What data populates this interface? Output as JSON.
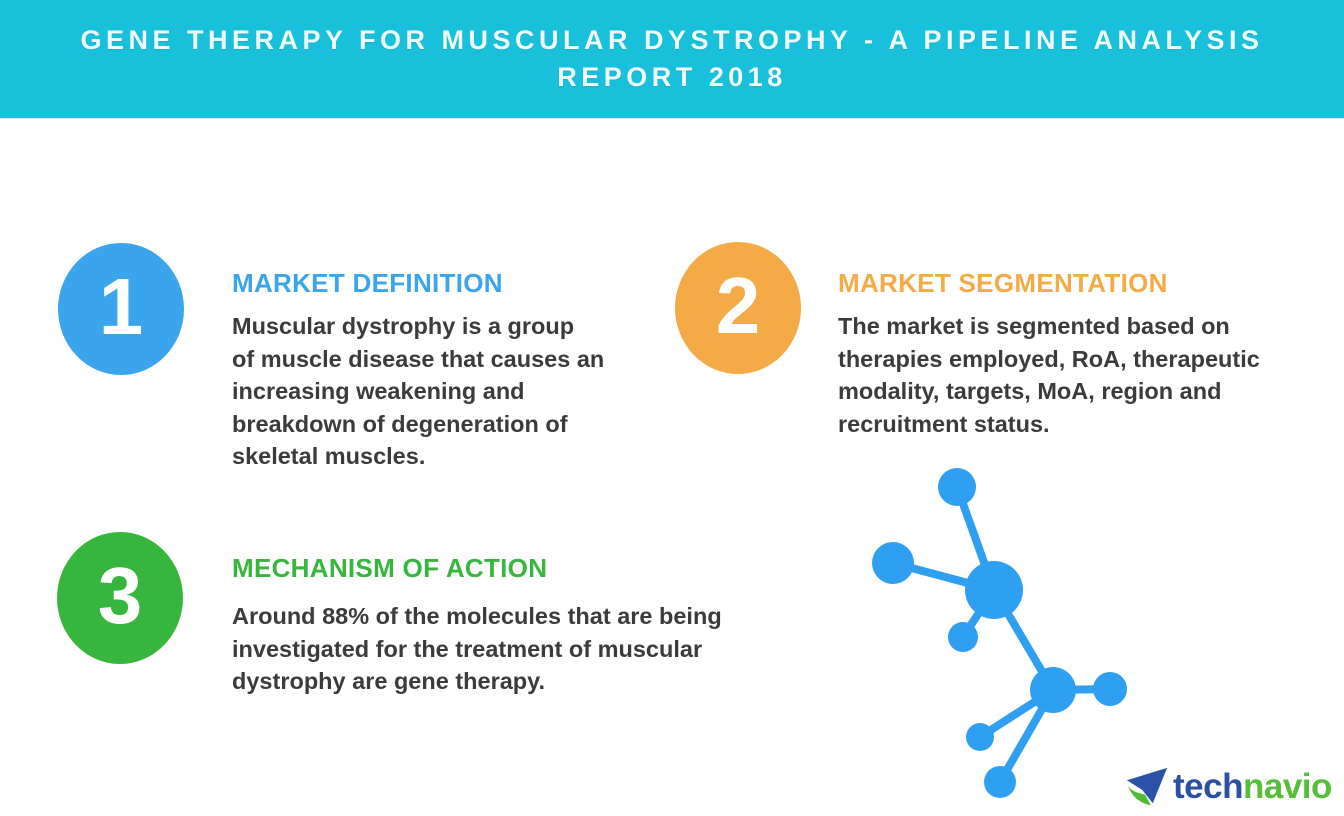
{
  "header": {
    "title_lines": [
      "GENE THERAPY FOR MUSCULAR DYSTROPHY - A PIPELINE ANALYSIS",
      "REPORT 2018"
    ],
    "background_color": "#18c0dc",
    "text_color": "#effbfd"
  },
  "sections": [
    {
      "number": "1",
      "heading": "MARKET DEFINITION",
      "accent_color": "#3aa4ec",
      "body_lines": [
        "Muscular dystrophy is a group",
        "of muscle disease that causes an",
        "increasing weakening and",
        "breakdown of degeneration of",
        "skeletal muscles."
      ]
    },
    {
      "number": "2",
      "heading": "MARKET SEGMENTATION",
      "accent_color": "#f4aa46",
      "body_lines": [
        "The market is segmented based on",
        "therapies employed, RoA, therapeutic",
        "modality, targets, MoA, region and",
        "recruitment status."
      ]
    },
    {
      "number": "3",
      "heading": "MECHANISM OF ACTION",
      "accent_color": "#37b63d",
      "body_lines": [
        "Around 88% of the molecules that are being",
        "investigated for the treatment of muscular",
        "dystrophy are gene therapy."
      ]
    }
  ],
  "body_text_color": "#3b3b3b",
  "molecule": {
    "icon": "molecule-network-icon",
    "color": "#2f9ff2"
  },
  "logo": {
    "icon": "technavio-arrow-icon",
    "text_tech": "tech",
    "text_navio": "navio",
    "tech_color": "#2b50a3",
    "navio_color": "#55bf3a",
    "icon_blue": "#2b52a8",
    "icon_green": "#52bb35"
  }
}
